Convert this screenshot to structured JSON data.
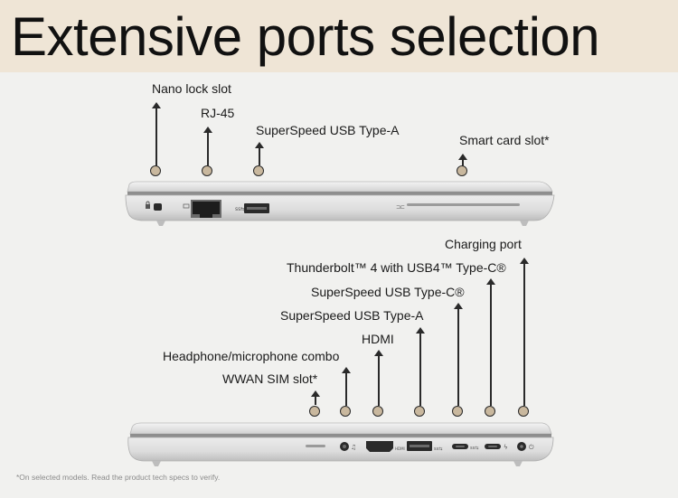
{
  "title": "Extensive ports selection",
  "top_view": {
    "labels": {
      "nano_lock": "Nano lock slot",
      "rj45": "RJ-45",
      "usb_a": "SuperSpeed USB Type-A",
      "smart_card": "Smart card slot*"
    }
  },
  "bottom_view": {
    "labels": {
      "charging": "Charging port",
      "thunderbolt": "Thunderbolt™ 4 with USB4™ Type-C®",
      "usb_c": "SuperSpeed USB Type-C®",
      "usb_a": "SuperSpeed USB Type-A",
      "hdmi": "HDMI",
      "headphone": "Headphone/microphone combo",
      "wwan": "WWAN SIM slot*"
    }
  },
  "footnote": "*On selected models. Read the product tech specs to verify.",
  "colors": {
    "header_bg": "#efe5d6",
    "page_bg": "#f1f1ef",
    "dot_fill": "#c9b89e",
    "laptop_silver": "#d9d9d9"
  },
  "icons": [
    "lock-icon",
    "ethernet-icon",
    "usb-icon",
    "hdmi-icon",
    "power-icon",
    "thunderbolt-icon"
  ]
}
